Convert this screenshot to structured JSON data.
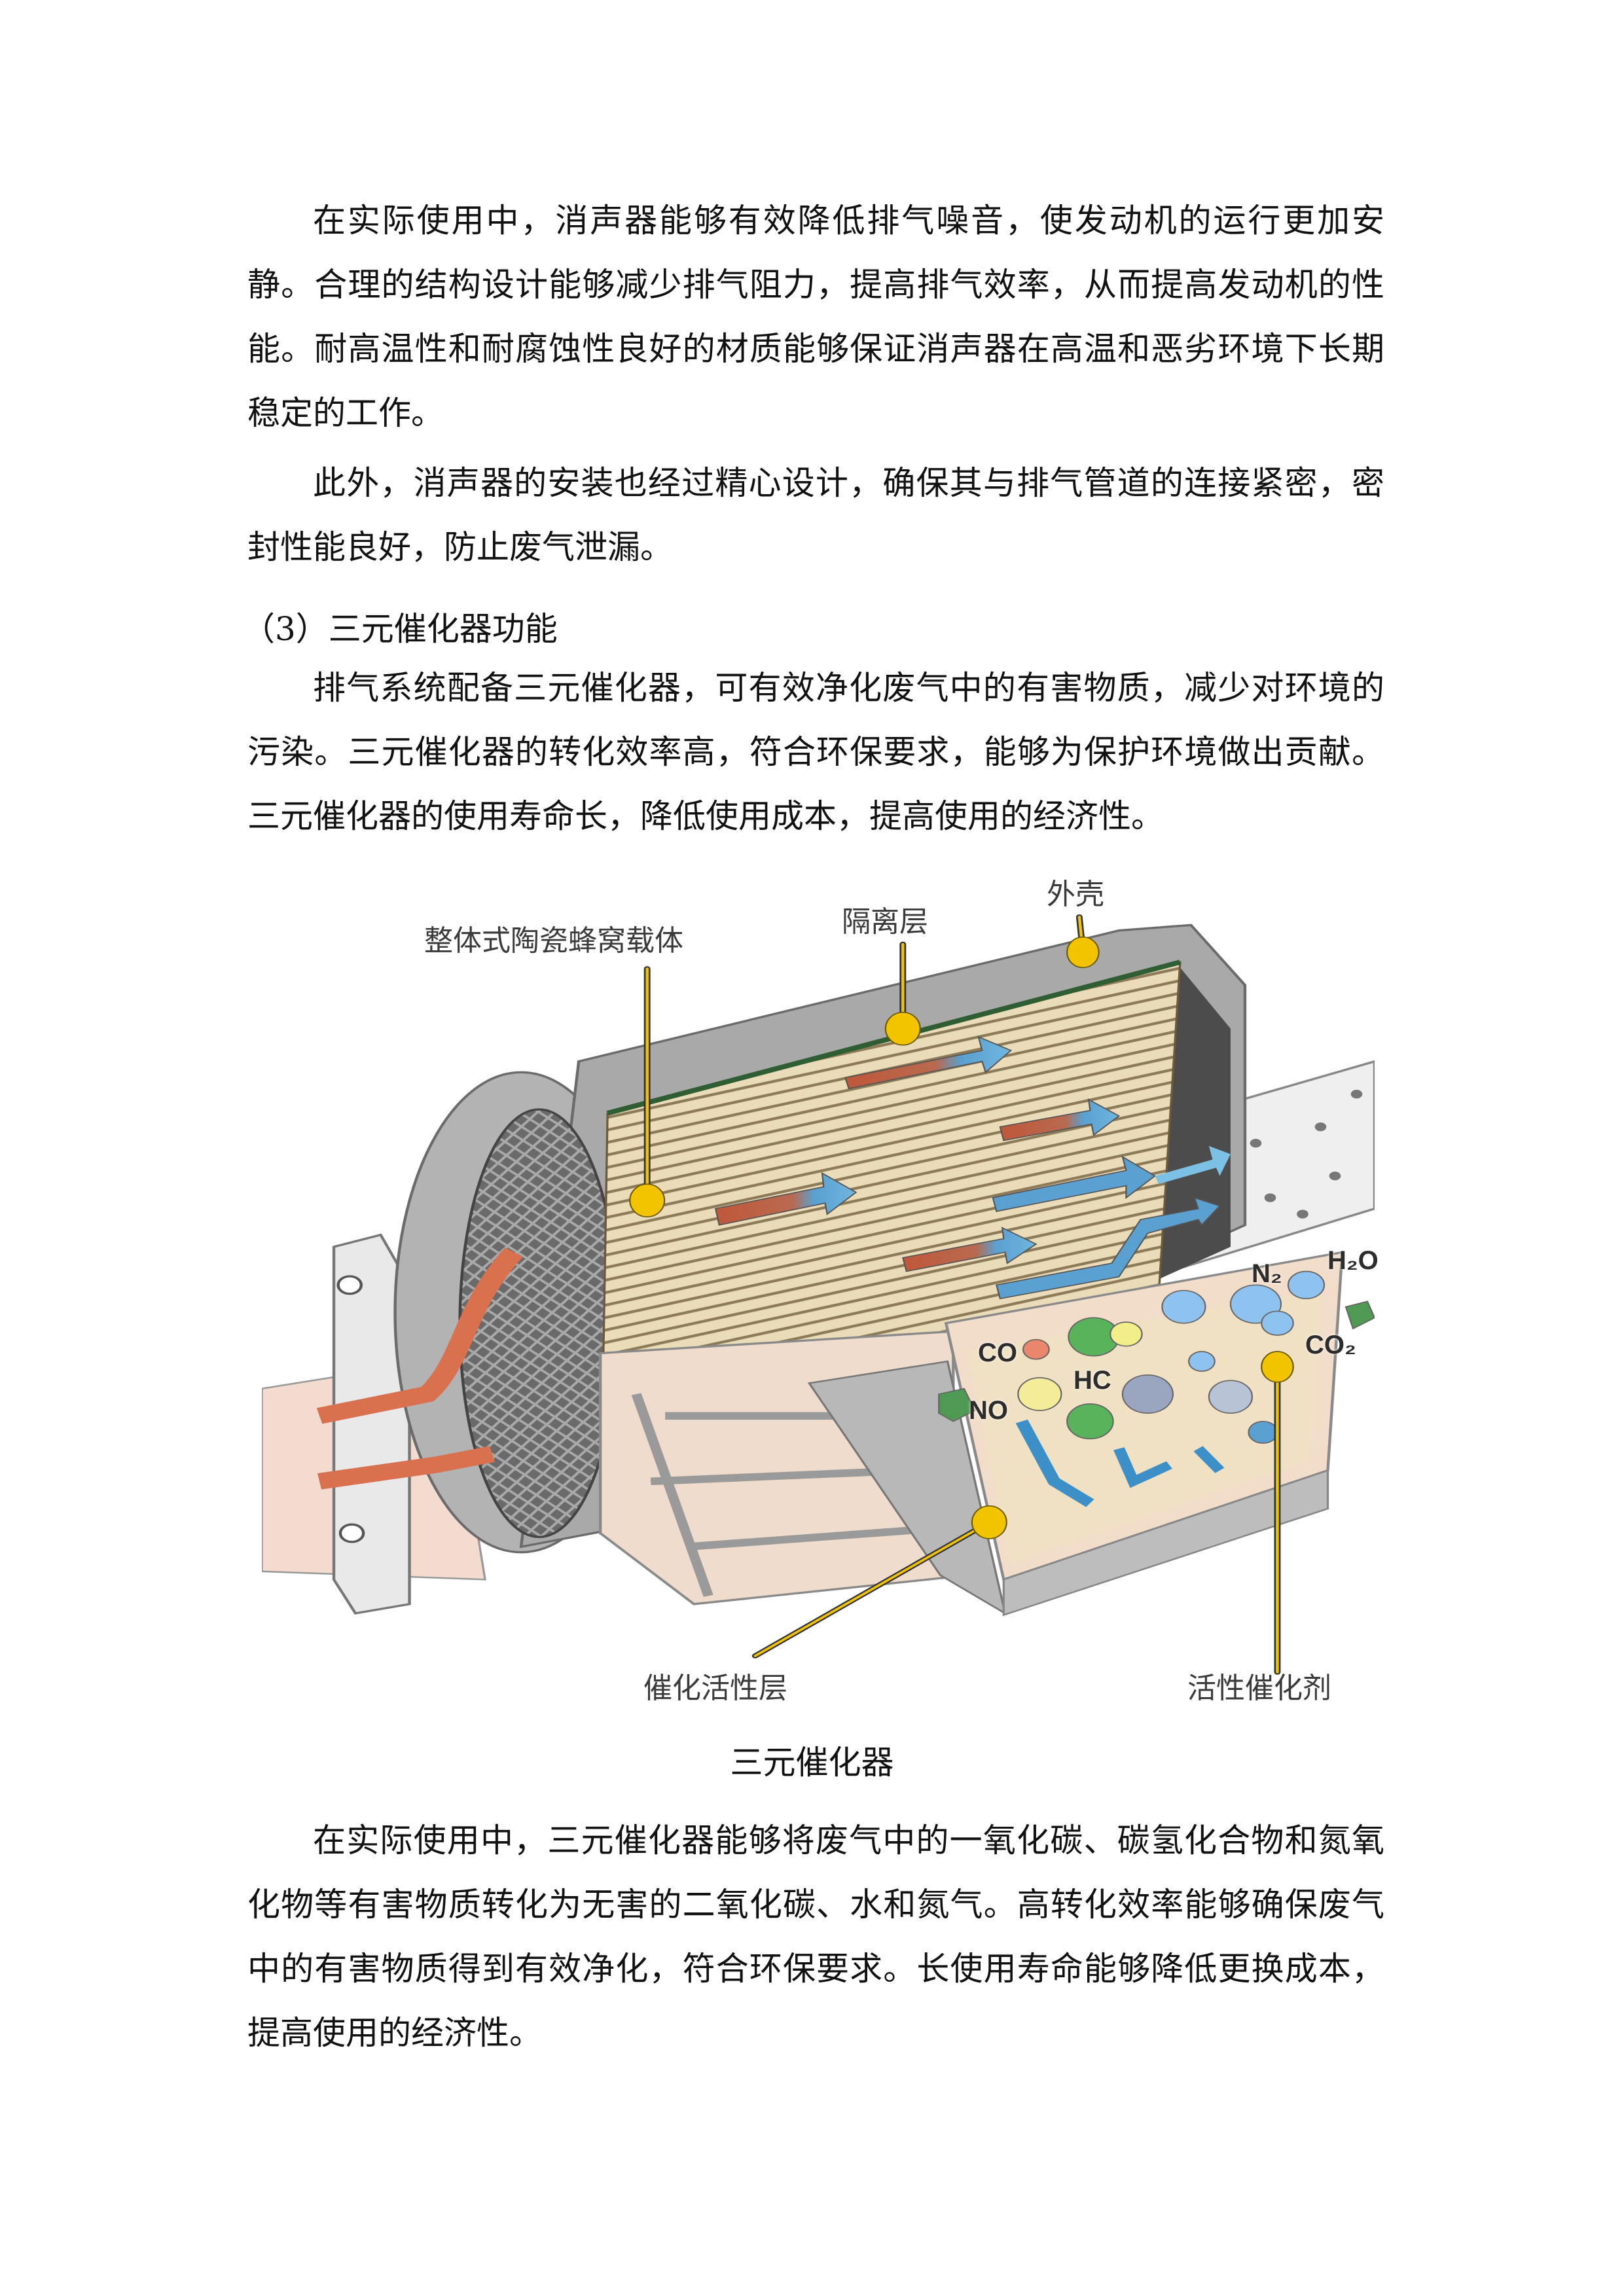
{
  "paragraph1": [
    "在实际使用中，消声器能够有效降低排气噪音，使发动机的运行更加安",
    "静。合理的结构设计能够减少排气阻力，提高排气效率，从而提高发动机的性",
    "能。耐高温性和耐腐蚀性良好的材质能够保证消声器在高温和恶劣环境下长期",
    "稳定的工作。"
  ],
  "paragraph2": [
    "此外，消声器的安装也经过精心设计，确保其与排气管道的连接紧密，密",
    "封性能良好，防止废气泄漏。"
  ],
  "section_heading": "（3）三元催化器功能",
  "paragraph3": [
    "排气系统配备三元催化器，可有效净化废气中的有害物质，减少对环境的",
    "污染。三元催化器的转化效率高，符合环保要求，能够为保护环境做出贡献。",
    "三元催化器的使用寿命长，降低使用成本，提高使用的经济性。"
  ],
  "figure": {
    "labels": {
      "carrier": "整体式陶瓷蜂窝载体",
      "insulation": "隔离层",
      "shell": "外壳",
      "active_layer": "催化活性层",
      "catalyst": "活性催化剂"
    },
    "molecules": {
      "co": "CO",
      "hc": "HC",
      "no": "NO",
      "n2": "N₂",
      "h2o": "H₂O",
      "co2": "CO₂"
    },
    "colors": {
      "callout": "#f2c400",
      "exhaust_in": "#c0573a",
      "exhaust_out": "#5aa0d0",
      "ceramic": "#e6d7b5",
      "insulation": "#2f5e35"
    }
  },
  "caption": "三元催化器",
  "paragraph4": [
    "在实际使用中，三元催化器能够将废气中的一氧化碳、碳氢化合物和氮氧",
    "化物等有害物质转化为无害的二氧化碳、水和氮气。高转化效率能够确保废气",
    "中的有害物质得到有效净化，符合环保要求。长使用寿命能够降低更换成本，",
    "提高使用的经济性。"
  ]
}
